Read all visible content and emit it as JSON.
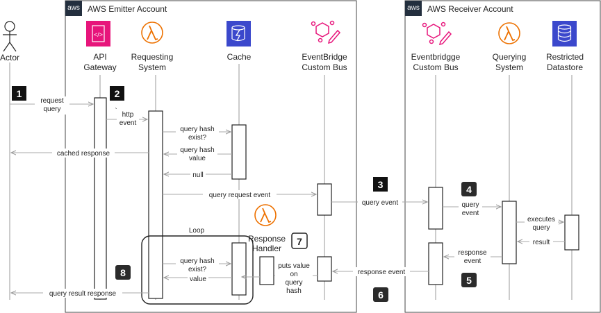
{
  "accounts": {
    "emitter": {
      "title": "AWS Emitter Account",
      "logo": "aws"
    },
    "receiver": {
      "title": "AWS Receiver Account",
      "logo": "aws"
    }
  },
  "participants": {
    "actor": {
      "label": "Actor"
    },
    "api_gateway": {
      "line1": "API",
      "line2": "Gateway",
      "icon": "api-gateway-icon",
      "color": "#e7157b"
    },
    "requesting_system": {
      "line1": "Requesting",
      "line2": "System",
      "icon": "lambda-icon",
      "color": "#ed7100"
    },
    "cache": {
      "line1": "Cache",
      "icon": "elasticache-icon",
      "color": "#3b48cc"
    },
    "eventbridge_emitter": {
      "line1": "EventBridge",
      "line2": "Custom Bus",
      "icon": "eventbridge-icon",
      "color": "#e7157b"
    },
    "eventbridge_receiver": {
      "line1": "Eventbridgge",
      "line2": "Custom Bus",
      "icon": "eventbridge-icon",
      "color": "#e7157b"
    },
    "querying_system": {
      "line1": "Querying",
      "line2": "System",
      "icon": "lambda-icon",
      "color": "#ed7100"
    },
    "restricted_datastore": {
      "line1": "Restricted",
      "line2": "Datastore",
      "icon": "database-icon",
      "color": "#3b48cc"
    },
    "response_handler": {
      "line1": "Response",
      "line2": "Handler",
      "icon": "lambda-icon",
      "color": "#ed7100"
    }
  },
  "messages": {
    "request_query": {
      "line1": "request",
      "line2": "query"
    },
    "http_event": {
      "tick": "`",
      "line1": "http",
      "line2": "event"
    },
    "query_hash_exist": {
      "line1": "query hash",
      "line2": "exist?"
    },
    "cached_response": {
      "line1": "cached response"
    },
    "query_hash_value": {
      "line1": "query hash",
      "line2": "value"
    },
    "null": {
      "line1": "null"
    },
    "query_request_event": {
      "line1": "query request event"
    },
    "query_event_cross": {
      "line1": "query event"
    },
    "query_event": {
      "line1": "query",
      "line2": "event"
    },
    "executes_query": {
      "line1": "executes",
      "line2": "query"
    },
    "result": {
      "line1": "result"
    },
    "response_event_local": {
      "line1": "response",
      "line2": "event"
    },
    "response_event": {
      "line1": "response event"
    },
    "puts_value": {
      "line1": "puts value",
      "line2": "on",
      "line3": "query",
      "line4": "hash"
    },
    "loop_query_hash_exist": {
      "line1": "query hash",
      "line2": "exist?"
    },
    "loop_value": {
      "line1": "value"
    },
    "query_result_response": {
      "line1": "query result response"
    }
  },
  "loop": {
    "label": "Loop"
  },
  "steps": [
    "1",
    "2",
    "3",
    "4",
    "5",
    "6",
    "7",
    "8"
  ],
  "colors": {
    "line": "#999999",
    "arrow": "#aaaaaa",
    "badge": "#2b2b2b",
    "account_border": "#444444"
  }
}
